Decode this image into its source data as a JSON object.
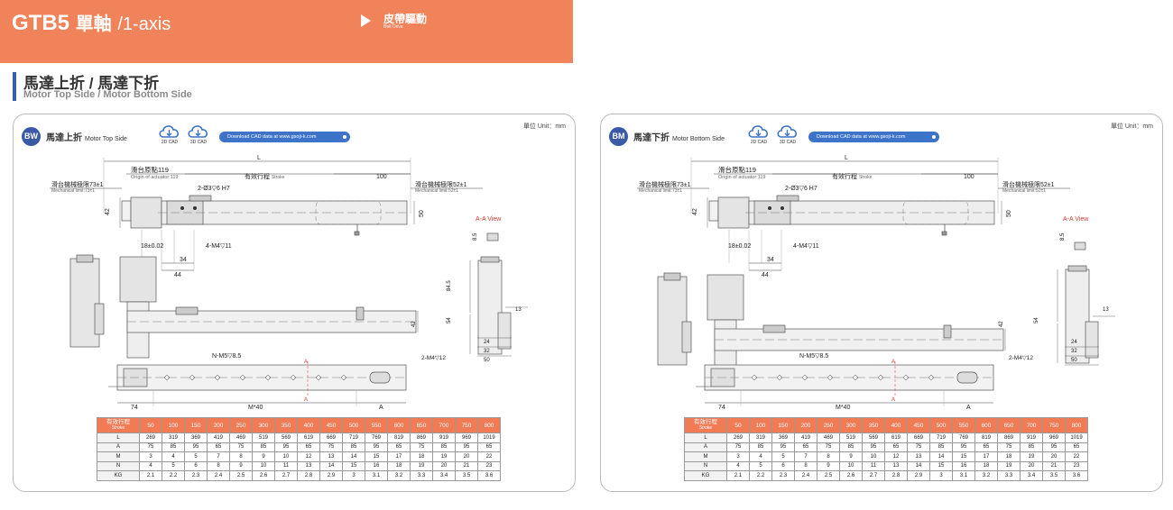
{
  "header": {
    "model": "GTB5",
    "axis_cn": "單軸",
    "axis_en": "/1-axis",
    "drive_cn": "皮帶驅動",
    "drive_en": "Belt Drive"
  },
  "section": {
    "title_cn": "馬達上折 / 馬達下折",
    "title_en": "Motor Top Side / Motor Bottom Side"
  },
  "panels": [
    {
      "badge": "BW",
      "title_cn": "馬達上折",
      "title_en": "Motor Top Side",
      "unit": "單位 Unit：mm",
      "cad_2d": "2D CAD",
      "cad_3d": "3D CAD",
      "download": "Download CAD data at  www.gsoji-k.com",
      "labels": {
        "L": "L",
        "origin_cn": "滑台原點119",
        "origin_en": "Origin of actuator:119",
        "stroke": "有效行程",
        "stroke_en": "Stroke",
        "d100": "100",
        "mech_left_cn": "滑台機械極限73±1",
        "mech_left_en": "Mechanical limit:73±1",
        "mech_right_cn": "滑台機械極限52±1",
        "mech_right_en": "Mechanical limit:52±1",
        "hole": "2-Ø3▽6 H7",
        "d42": "42",
        "d50": "50",
        "d18": "18±0.02",
        "m4": "4-M4▽11",
        "d34": "34",
        "d44": "44",
        "aa_view": "A-A View",
        "d85": "8.5",
        "d845": "84.5",
        "d54": "54",
        "d13": "13",
        "d42b": "42",
        "d24": "24",
        "d32": "32",
        "d50b": "50",
        "m4b": "2-M4▽12",
        "nm5": "N-M5▽8.5",
        "a_mark": "A",
        "d74": "74",
        "m40": "M*40",
        "a_dim": "A"
      }
    },
    {
      "badge": "BM",
      "title_cn": "馬達下折",
      "title_en": "Motor Bottom Side",
      "unit": "單位 Unit：mm",
      "cad_2d": "2D CAD",
      "cad_3d": "3D CAD",
      "download": "Download CAD data at  www.gsoji-k.com",
      "labels": {
        "L": "L",
        "origin_cn": "滑台原點119",
        "origin_en": "Origin of actuator:119",
        "stroke": "有效行程",
        "stroke_en": "Stroke",
        "d100": "100",
        "mech_left_cn": "滑台機械極限73±1",
        "mech_left_en": "Mechanical limit:73±1",
        "mech_right_cn": "滑台機械極限52±1",
        "mech_right_en": "Mechanical limit:52±1",
        "hole": "2-Ø3▽6 H7",
        "d42": "42",
        "d50": "50",
        "d18": "18±0.02",
        "m4": "4-M4▽11",
        "d34": "34",
        "d44": "44",
        "aa_view": "A-A View",
        "d85": "8.5",
        "d845": "",
        "d54": "54",
        "d13": "13",
        "d42b": "42",
        "d24": "24",
        "d32": "32",
        "d50b": "50",
        "m4b": "2-M4▽12",
        "nm5": "N-M5▽8.5",
        "a_mark": "A",
        "d74": "74",
        "m40": "M*40",
        "a_dim": "A"
      }
    }
  ],
  "spec_table": {
    "header_cn": "有效行程",
    "header_en": "Stroke",
    "strokes": [
      "50",
      "100",
      "150",
      "200",
      "250",
      "300",
      "350",
      "400",
      "450",
      "500",
      "550",
      "600",
      "650",
      "700",
      "750",
      "800"
    ],
    "rows": [
      {
        "label": "L",
        "values": [
          "269",
          "319",
          "369",
          "419",
          "469",
          "519",
          "569",
          "619",
          "669",
          "719",
          "769",
          "819",
          "869",
          "919",
          "969",
          "1019"
        ]
      },
      {
        "label": "A",
        "values": [
          "75",
          "85",
          "95",
          "65",
          "75",
          "85",
          "95",
          "65",
          "75",
          "85",
          "95",
          "65",
          "75",
          "85",
          "95",
          "65"
        ]
      },
      {
        "label": "M",
        "values": [
          "3",
          "4",
          "5",
          "7",
          "8",
          "9",
          "10",
          "12",
          "13",
          "14",
          "15",
          "17",
          "18",
          "19",
          "20",
          "22"
        ]
      },
      {
        "label": "N",
        "values": [
          "4",
          "5",
          "6",
          "8",
          "9",
          "10",
          "11",
          "13",
          "14",
          "15",
          "16",
          "18",
          "19",
          "20",
          "21",
          "23"
        ]
      },
      {
        "label": "KG",
        "values": [
          "2.1",
          "2.2",
          "2.3",
          "2.4",
          "2.5",
          "2.6",
          "2.7",
          "2.8",
          "2.9",
          "3",
          "3.1",
          "3.2",
          "3.3",
          "3.4",
          "3.5",
          "3.6"
        ]
      }
    ]
  },
  "colors": {
    "banner": "#f0835a",
    "badge": "#3b5aa6",
    "download_bar": "#3d73c9",
    "table_header": "#f07b55",
    "section_accent": "#3a5fa8"
  }
}
